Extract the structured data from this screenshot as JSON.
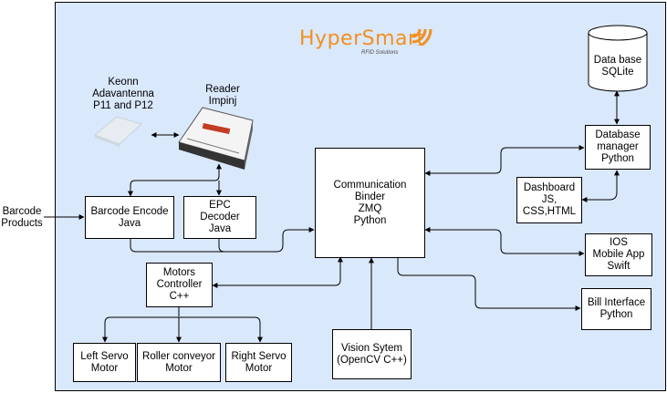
{
  "logo": {
    "brand": "HyperSmart",
    "tagline": "RFID Solutions",
    "color": "#f29020"
  },
  "external_input": {
    "label": "Barcode\nProducts"
  },
  "antenna": {
    "label": "Keonn\nAdavantenna\nP11 and P12"
  },
  "reader": {
    "label": "Reader\nImpinj"
  },
  "nodes": {
    "barcode_encode": "Barcode Encode\nJava",
    "epc_decoder": "EPC\nDecoder\nJava",
    "communication_binder": "Communication\nBinder\nZMQ\nPython",
    "motors_controller": "Motors\nController\nC++",
    "left_servo": "Left Servo\nMotor",
    "roller_conveyor": "Roller conveyor\nMotor",
    "right_servo": "Right Servo\nMotor",
    "vision_system": "Vision Sytem\n(OpenCV C++)",
    "database": "Data base\nSQLite",
    "database_manager": "Database\nmanager\nPython",
    "dashboard": "Dashboard\nJS,\nCSS,HTML",
    "ios_app": "IOS\nMobile App\nSwift",
    "bill_interface": "Bill Interface\nPython"
  }
}
